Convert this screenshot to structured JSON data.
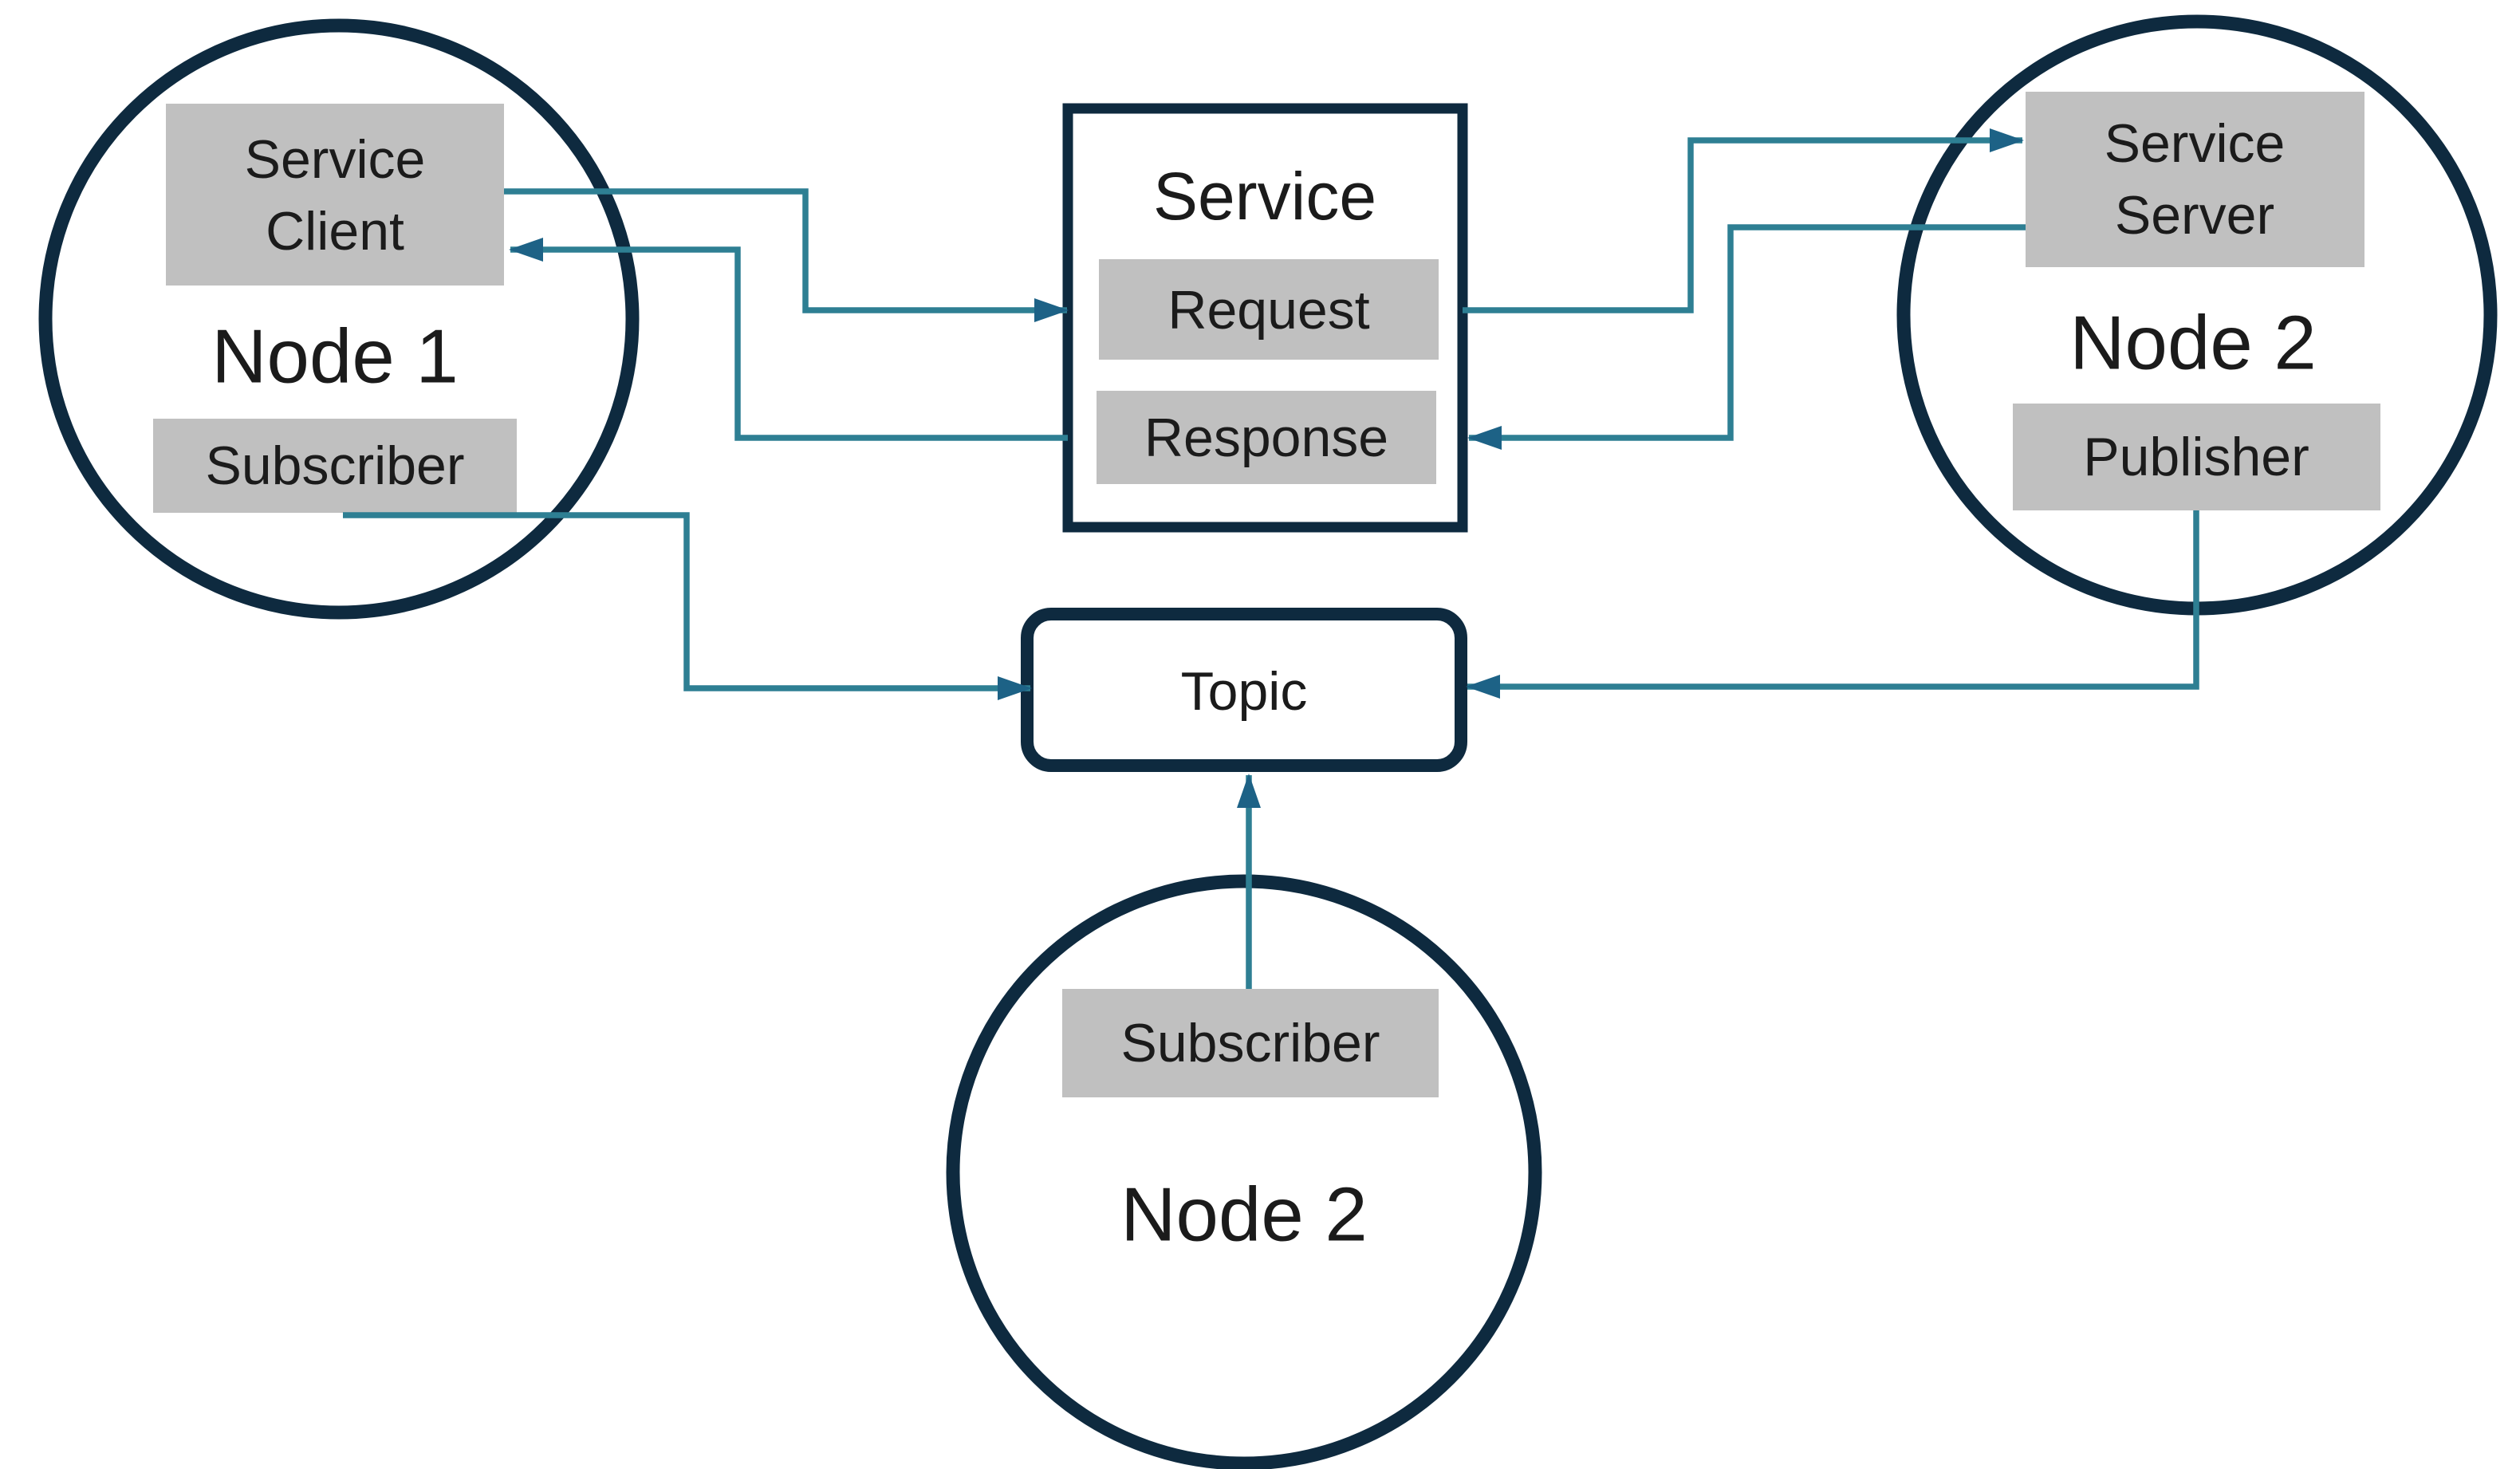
{
  "diagram": {
    "background": "#ffffff",
    "colors": {
      "node_border": "#0e2a3f",
      "component_fill": "#c0c0c0",
      "component_text": "#1b1b1b",
      "arrow_line": "#2e7f93",
      "arrow_head": "#1d6286"
    },
    "node1": {
      "label": "Node 1",
      "service_client": {
        "line1": "Service",
        "line2": "Client"
      },
      "subscriber": {
        "label": "Subscriber"
      }
    },
    "service": {
      "title": "Service",
      "request": {
        "label": "Request"
      },
      "response": {
        "label": "Response"
      }
    },
    "node2_top": {
      "label": "Node 2",
      "service_server": {
        "line1": "Service",
        "line2": "Server"
      },
      "publisher": {
        "label": "Publisher"
      }
    },
    "topic": {
      "label": "Topic"
    },
    "node2_bottom": {
      "label": "Node 2",
      "subscriber": {
        "label": "Subscriber"
      }
    },
    "connections": [
      {
        "from": "Service Client (Node 1)",
        "to": "Service Request",
        "arrow_at": "Request"
      },
      {
        "from": "Service Request",
        "to": "Service Server (Node 2)",
        "arrow_at": "Service Server"
      },
      {
        "from": "Service Server (Node 2)",
        "to": "Service Response",
        "arrow_at": "Response"
      },
      {
        "from": "Service Response",
        "to": "Service Client (Node 1)",
        "arrow_at": "Service Client"
      },
      {
        "from": "Subscriber (Node 1)",
        "to": "Topic",
        "arrow_at": "Topic"
      },
      {
        "from": "Publisher (Node 2)",
        "to": "Topic",
        "arrow_at": "Topic"
      },
      {
        "from": "Subscriber (Node 2, bottom)",
        "to": "Topic",
        "arrow_at": "Topic"
      }
    ]
  }
}
